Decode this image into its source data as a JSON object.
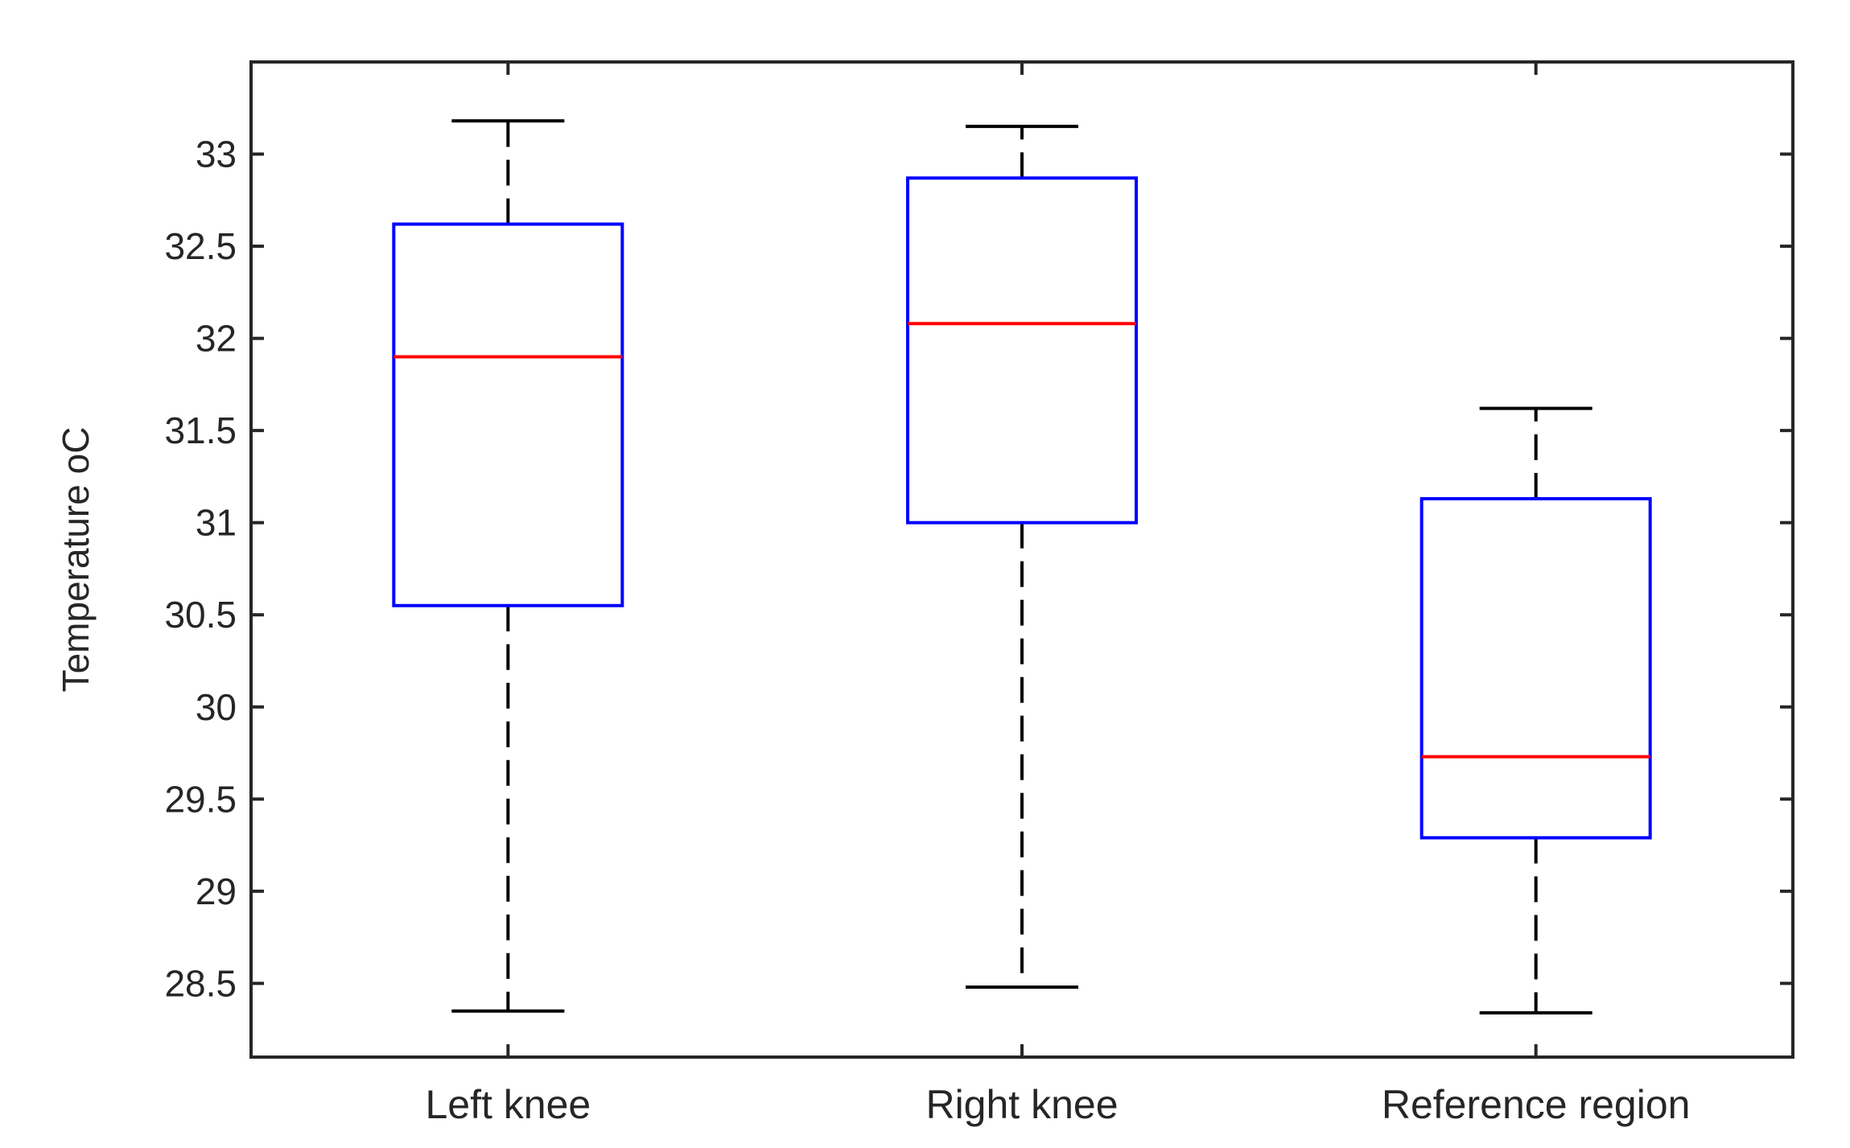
{
  "chart_data": {
    "type": "boxplot",
    "title": "",
    "xlabel": "",
    "ylabel": "Temperature oC",
    "ylim": [
      28.1,
      33.5
    ],
    "yticks": [
      28.5,
      29,
      29.5,
      30,
      30.5,
      31,
      31.5,
      32,
      32.5,
      33
    ],
    "ytick_labels": [
      "28.5",
      "29",
      "29.5",
      "30",
      "30.5",
      "31",
      "31.5",
      "32",
      "32.5",
      "33"
    ],
    "categories": [
      "Left knee",
      "Right knee",
      "Reference region"
    ],
    "boxes": [
      {
        "category": "Left knee",
        "whisker_low": 28.35,
        "q1": 30.55,
        "median": 31.9,
        "q3": 32.62,
        "whisker_high": 33.18
      },
      {
        "category": "Right knee",
        "whisker_low": 28.48,
        "q1": 31.0,
        "median": 32.08,
        "q3": 32.87,
        "whisker_high": 33.15
      },
      {
        "category": "Reference region",
        "whisker_low": 28.34,
        "q1": 29.29,
        "median": 29.73,
        "q3": 31.13,
        "whisker_high": 31.62
      }
    ],
    "grid": false,
    "legend": "none",
    "colors": {
      "box": "#0000ff",
      "median": "#ff0000",
      "whisker": "#000000",
      "axes": "#262626"
    }
  }
}
